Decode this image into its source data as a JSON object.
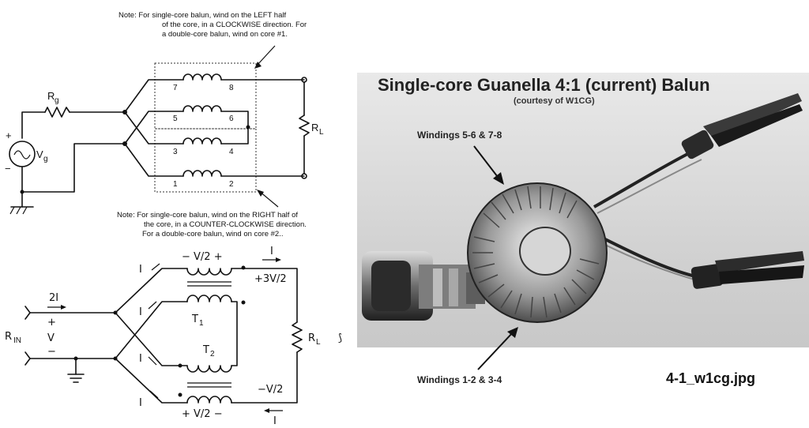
{
  "top_schematic": {
    "note_top": [
      "Note: For single-core balun, wind on the LEFT half",
      "of the core, in a CLOCKWISE direction. For",
      "a double-core balun, wind on core #1."
    ],
    "note_bottom": [
      "Note: For single-core balun, wind on the RIGHT half of",
      "the core, in a COUNTER-CLOCKWISE direction.",
      "For a double-core balun, wind on core #2.."
    ],
    "rg_label": "R",
    "rg_sub": "g",
    "vg_label": "V",
    "vg_sub": "g",
    "rl_label": "R",
    "rl_sub": "L",
    "plus": "+",
    "minus": "−",
    "pins": [
      "7",
      "8",
      "5",
      "6",
      "3",
      "4",
      "1",
      "2"
    ]
  },
  "bottom_schematic": {
    "rin_label": "R",
    "rin_sub": "IN",
    "in_current": "2I",
    "in_plus": "+",
    "in_v": "V",
    "in_minus": "−",
    "top_voltage": "−  V/2  +",
    "top_current": "I",
    "out_top_voltage": "+3V/2",
    "rl_label": "R",
    "rl_sub": "L",
    "t1_label": "T",
    "t1_sub": "1",
    "t2_label": "T",
    "t2_sub": "2",
    "out_bottom_voltage": "−V/2",
    "bottom_voltage": "+  V/2  −",
    "bottom_current": "I",
    "branch_currents": [
      "I",
      "I",
      "I",
      "I"
    ],
    "stray_mark": "⟆"
  },
  "photo": {
    "title": "Single-core Guanella 4:1 (current) Balun",
    "subtitle": "(courtesy of W1CG)",
    "label_top": "Windings 5-6 & 7-8",
    "label_bottom": "Windings 1-2 & 3-4",
    "filename": "4-1_w1cg.jpg"
  }
}
